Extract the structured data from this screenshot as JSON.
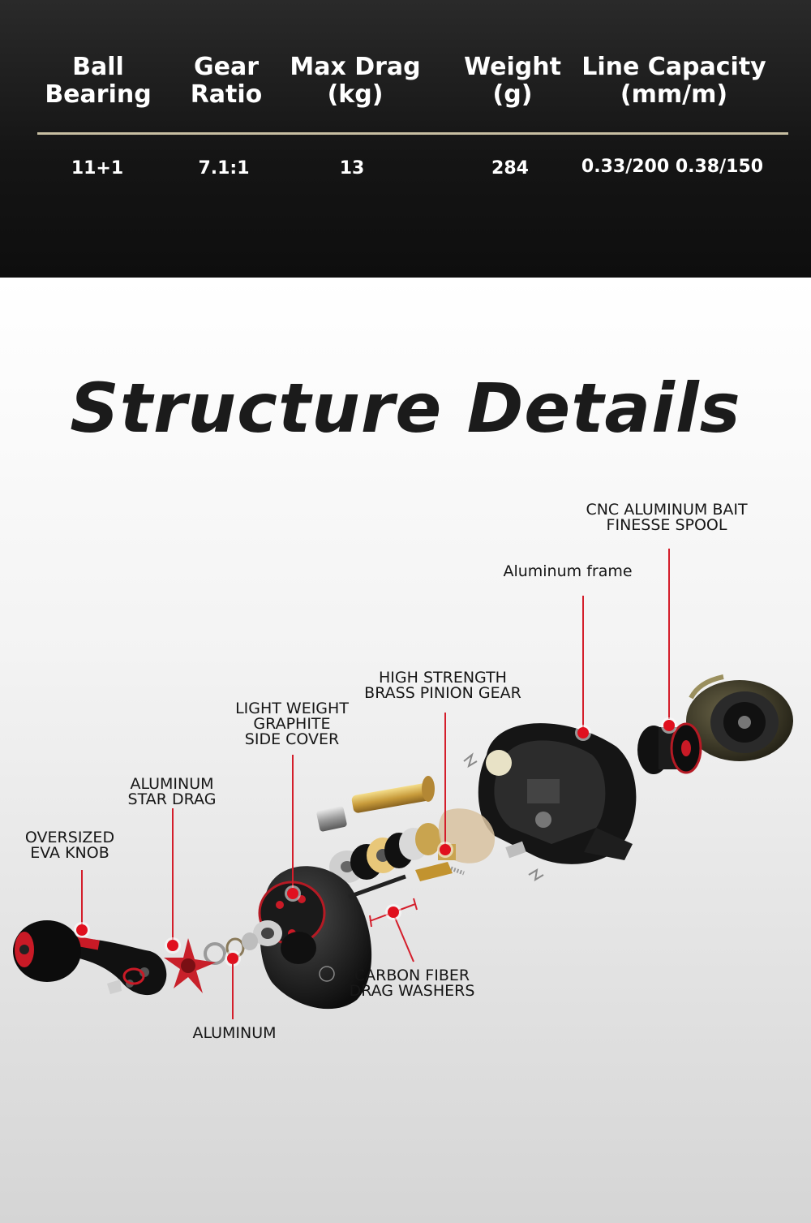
{
  "specs": {
    "headers": [
      {
        "line1": "Ball",
        "line2": "Bearing"
      },
      {
        "line1": "Gear",
        "line2": "Ratio"
      },
      {
        "line1": "Max Drag",
        "line2": "(kg)"
      },
      {
        "line1": "Weight",
        "line2": "(g)"
      },
      {
        "line1": "Line Capacity",
        "line2": "(mm/m)"
      }
    ],
    "values": [
      "11+1",
      "7.1:1",
      "13",
      "284",
      "0.33/200  0.38/150"
    ]
  },
  "structure": {
    "title": "Structure Details",
    "labels": {
      "spool": {
        "line1": "CNC ALUMINUM BAIT",
        "line2": "FINESSE SPOOL"
      },
      "frame": {
        "line1": "Aluminum frame"
      },
      "pinion": {
        "line1": "HIGH STRENGTH",
        "line2": "BRASS PINION GEAR"
      },
      "sidecover": {
        "line1": "LIGHT WEIGHT",
        "line2": "GRAPHITE",
        "line3": "SIDE COVER"
      },
      "stardrag": {
        "line1": "ALUMINUM",
        "line2": "STAR DRAG"
      },
      "knob": {
        "line1": "OVERSIZED",
        "line2": "EVA KNOB"
      },
      "washers": {
        "line1": "CARBON FIBER",
        "line2": "DRAG WASHERS"
      },
      "aluminum": {
        "line1": "ALUMINUM"
      }
    }
  },
  "colors": {
    "accent": "#e0101e",
    "panel": "#151515",
    "divider": "#c8bfa2"
  }
}
